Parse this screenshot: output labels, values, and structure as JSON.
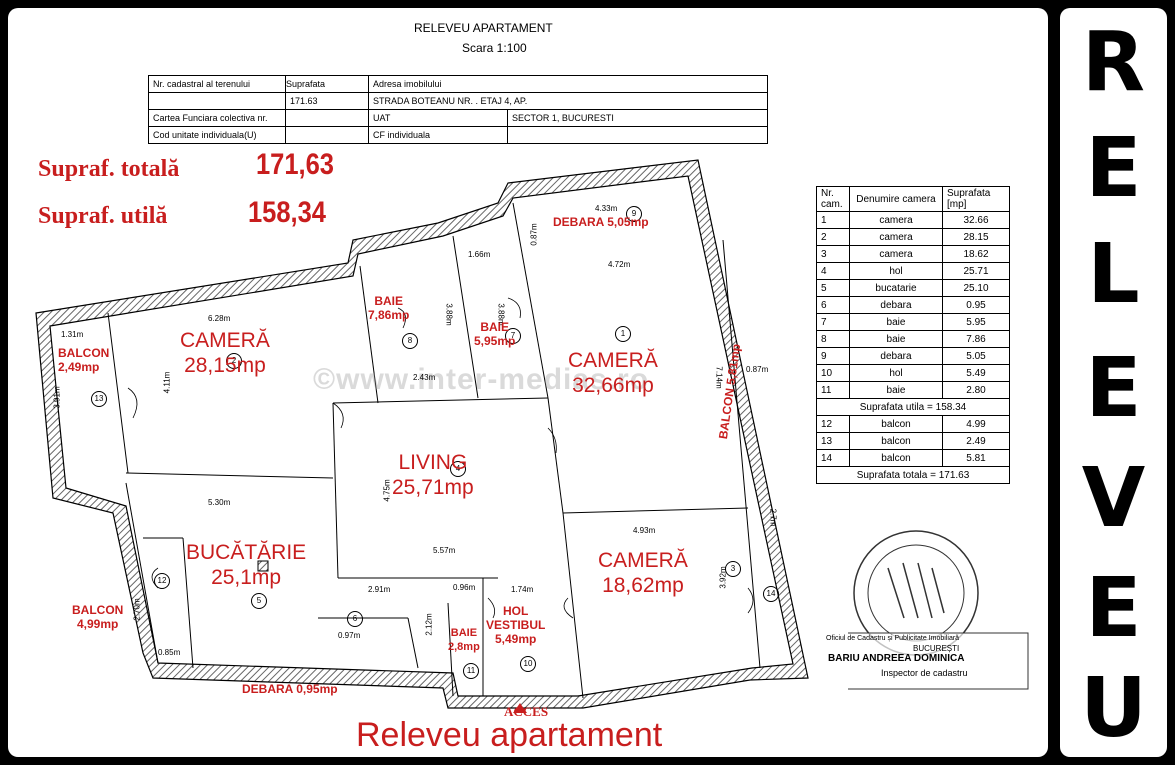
{
  "header": {
    "title": "RELEVEU APARTAMENT",
    "scale": "Scara 1:100"
  },
  "info_table": {
    "r1": [
      "Nr. cadastral al terenului",
      "",
      "Suprafata",
      "Adresa imobilului"
    ],
    "r2": [
      "",
      "",
      "171.63",
      "STRADA BOTEANU NR.     . ETAJ 4, AP."
    ],
    "r3": [
      "Cartea Funciara colectiva nr.",
      "",
      "",
      "UAT",
      "SECTOR  1, BUCURESTI"
    ],
    "r4": [
      "Cod unitate individuala(U)",
      "",
      "",
      "CF individuala",
      ""
    ]
  },
  "totals": {
    "total_label": "Supraf. totală",
    "total_value": "171,63",
    "useful_label": "Supraf. utilă",
    "useful_value": "158,34"
  },
  "rooms_table": {
    "headers": [
      "Nr. cam.",
      "Denumire camera",
      "Suprafata [mp]"
    ],
    "rows": [
      [
        "1",
        "camera",
        "32.66"
      ],
      [
        "2",
        "camera",
        "28.15"
      ],
      [
        "3",
        "camera",
        "18.62"
      ],
      [
        "4",
        "hol",
        "25.71"
      ],
      [
        "5",
        "bucatarie",
        "25.10"
      ],
      [
        "6",
        "debara",
        "0.95"
      ],
      [
        "7",
        "baie",
        "5.95"
      ],
      [
        "8",
        "baie",
        "7.86"
      ],
      [
        "9",
        "debara",
        "5.05"
      ],
      [
        "10",
        "hol",
        "5.49"
      ],
      [
        "11",
        "baie",
        "2.80"
      ]
    ],
    "useful_row": "Suprafata utila = 158.34",
    "balcony_rows": [
      [
        "12",
        "balcon",
        "4.99"
      ],
      [
        "13",
        "balcon",
        "2.49"
      ],
      [
        "14",
        "balcon",
        "5.81"
      ]
    ],
    "total_row": "Suprafata totala = 171.63"
  },
  "plan_labels": {
    "camera2_name": "CAMERĂ",
    "camera2_area": "28,15mp",
    "camera1_name": "CAMERĂ",
    "camera1_area": "32,66mp",
    "living_name": "LIVING",
    "living_area": "25,71mp",
    "bucatarie_name": "BUCĂTĂRIE",
    "bucatarie_area": "25,1mp",
    "camera3_name": "CAMERĂ",
    "camera3_area": "18,62mp",
    "baie8_name": "BAIE",
    "baie8_area": "7,86mp",
    "baie7_name": "BAIE",
    "baie7_area": "5,95mp",
    "debara9": "DEBARA 5,05mp",
    "balcon13_name": "BALCON",
    "balcon13_area": "2,49mp",
    "balcon12_name": "BALCON",
    "balcon12_area": "4,99mp",
    "balcon14": "BALCON 5,81mp",
    "hol_name": "HOL",
    "hol_sub": "VESTIBUL",
    "hol_area": "5,49mp",
    "baie11_name": "BAIE",
    "baie11_area": "2,8mp",
    "debara6": "DEBARA 0,95mp",
    "acces": "ACCES"
  },
  "dimensions": [
    "6.28m",
    "1.31m",
    "3.91m",
    "4.11m",
    "2.43m",
    "3.88m",
    "3.88m",
    "1.66m",
    "4.72m",
    "4.33m",
    "0.87m",
    "7.14m",
    "0.87m",
    "4.75m",
    "5.30m",
    "5.57m",
    "4.93m",
    "3.92m",
    "2.91m",
    "2.12m",
    "0.96m",
    "1.74m",
    "0.97m",
    "2.70m",
    "0.85m",
    "2.7m"
  ],
  "room_numbers": [
    "1",
    "2",
    "3",
    "4",
    "5",
    "6",
    "7",
    "8",
    "9",
    "10",
    "11",
    "12",
    "13",
    "14"
  ],
  "watermark": "©www.inter-medias.ro",
  "footer": "Releveu apartament",
  "stamp": {
    "inspector_name": "BARIU ANDREEA DOMINICA",
    "inspector_title": "Inspector de cadastru",
    "office": "Oficiul de Cadastru și Publicitate Imobiliară",
    "city": "BUCUREȘTI"
  },
  "side_letters": [
    "R",
    "E",
    "L",
    "E",
    "V",
    "E",
    "U"
  ],
  "colors": {
    "accent_red": "#c81e1e",
    "frame": "#000000",
    "wall_hatch": "#777777"
  }
}
